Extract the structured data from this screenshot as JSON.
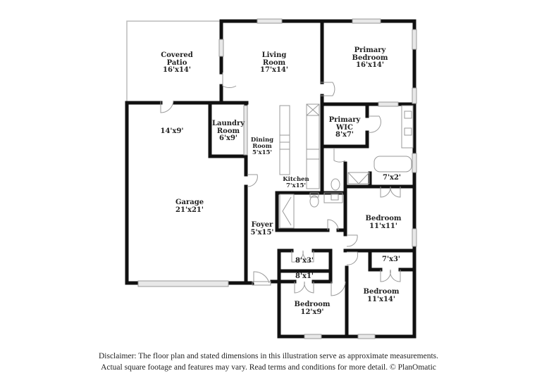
{
  "rooms": {
    "covered_patio": {
      "name": "Covered Patio",
      "line1": "Covered",
      "line2": "Patio",
      "dims": "16'x14'"
    },
    "living_room": {
      "name": "Living Room",
      "line1": "Living",
      "line2": "Room",
      "dims": "17'x14'"
    },
    "primary_bedroom": {
      "name": "Primary Bedroom",
      "line1": "Primary",
      "line2": "Bedroom",
      "dims": "16'x14'"
    },
    "garage_storage": {
      "dims": "14'x9'"
    },
    "laundry_room": {
      "name": "Laundry Room",
      "line1": "Laundry",
      "line2": "Room",
      "dims": "6'x9'"
    },
    "dining_room": {
      "name": "Dining Room",
      "line1": "Dining",
      "line2": "Room",
      "dims": "5'x15'"
    },
    "primary_wic": {
      "name": "Primary WIC",
      "line1": "Primary",
      "line2": "WIC",
      "dims": "8'x7'"
    },
    "kitchen": {
      "name": "Kitchen",
      "dims": "7'x15'"
    },
    "garage": {
      "name": "Garage",
      "dims": "21'x21'"
    },
    "foyer": {
      "name": "Foyer",
      "dims": "5'x15'"
    },
    "closet_7x2": {
      "dims": "7'x2'"
    },
    "bedroom_2": {
      "name": "Bedroom",
      "dims": "11'x11'"
    },
    "closet_8x3": {
      "dims": "8'x3'"
    },
    "closet_8x1": {
      "dims": "8'x1'"
    },
    "closet_7x3": {
      "dims": "7'x3'"
    },
    "bedroom_3": {
      "name": "Bedroom",
      "dims": "12'x9'"
    },
    "bedroom_4": {
      "name": "Bedroom",
      "dims": "11'x14'"
    }
  },
  "disclaimer": {
    "line1": "Disclaimer: The floor plan and stated dimensions in this illustration serve as approximate measurements.",
    "line2": "Actual square footage and features may vary. Read terms and conditions for more detail. © PlanOmatic"
  },
  "colors": {
    "wall": "#111111",
    "window": "#cccccc",
    "fixture": "#999999"
  }
}
